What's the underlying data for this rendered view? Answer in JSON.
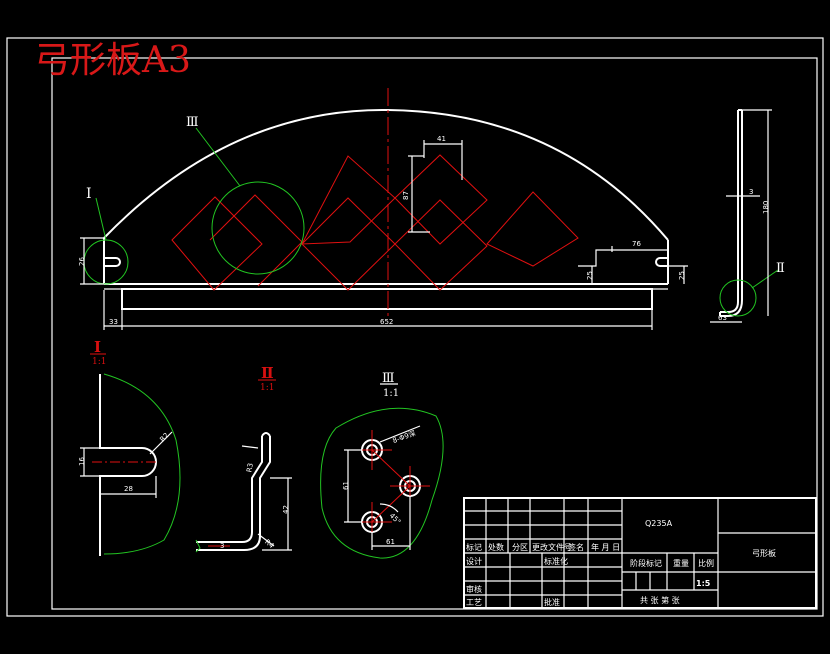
{
  "title": "弓形板A3",
  "views": {
    "detail_I": {
      "mark": "I",
      "scale": "1:1"
    },
    "detail_II": {
      "mark": "Ⅱ",
      "scale": "1:1"
    },
    "detail_III": {
      "mark": "Ⅲ",
      "scale": "1:1"
    }
  },
  "callouts": {
    "I": "I",
    "II": "Ⅱ",
    "III": "Ⅲ"
  },
  "dimensions": {
    "d41": "41",
    "d87": "87",
    "d76": "76",
    "d25a": "25",
    "d25b": "25",
    "d26": "26",
    "d33": "33",
    "d652": "652",
    "d3": "3",
    "d180": "180",
    "d63": "63",
    "i16": "16",
    "i28": "28",
    "iR": "R2",
    "ii_r3": "R3",
    "ii_42": "42",
    "ii_r4": "R4",
    "ii_3": "3",
    "iii_phi": "8-Φ9深",
    "iii_61a": "61",
    "iii_61b": "61",
    "iii_45": "45°"
  },
  "title_block": {
    "material": "Q235A",
    "part_name": "弓形板",
    "scale": "1:5",
    "h_mark": "标记",
    "h_count": "处数",
    "h_zone": "分区",
    "h_docno": "更改文件号",
    "h_sign": "签名",
    "h_date": "年 月 日",
    "r_design": "设计",
    "r_std": "标准化",
    "r_review": "审核",
    "r_process": "工艺",
    "r_approve": "批准",
    "stage": "阶段标记",
    "weight": "重量",
    "ratio": "比例",
    "sheets": "共  张 第  张"
  }
}
